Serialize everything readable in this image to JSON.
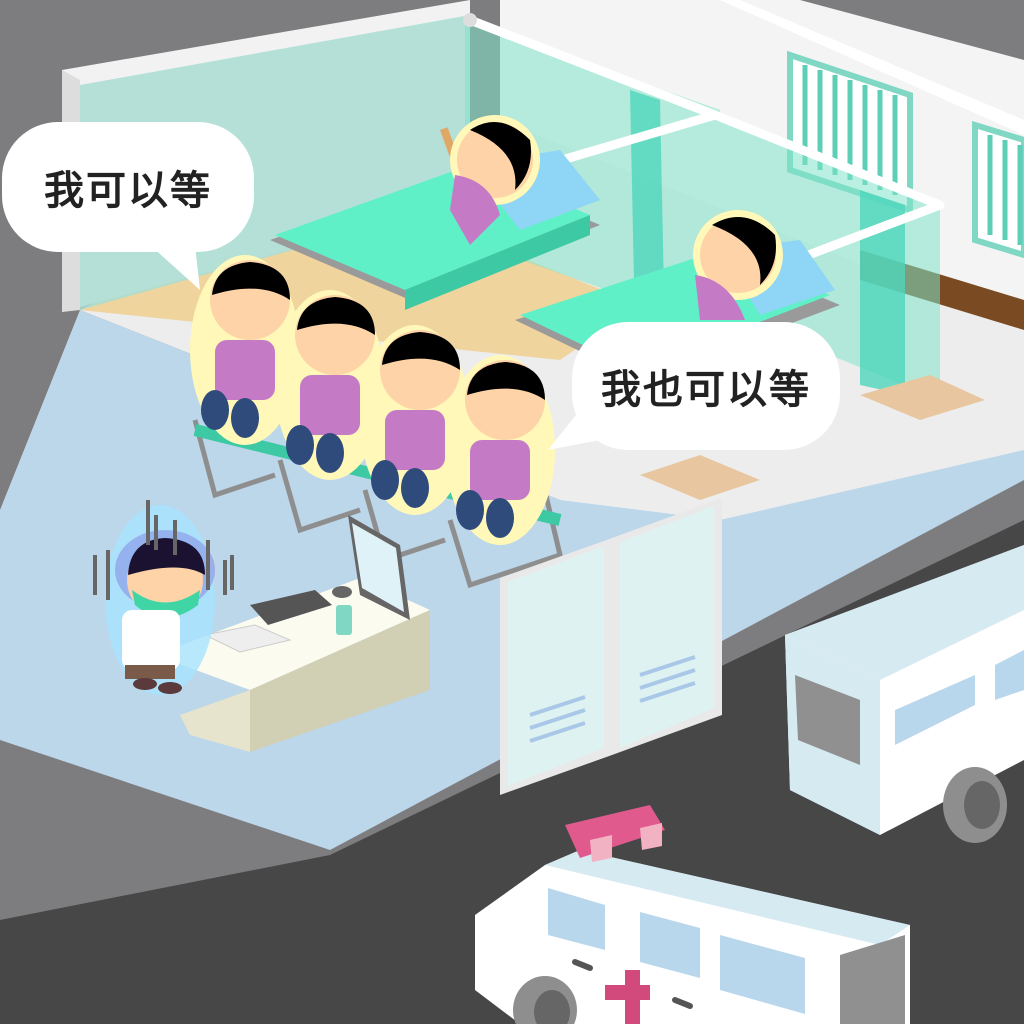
{
  "scene": {
    "description": "Isometric hospital illustration: patients in beds, four patients waiting on chairs, an exhausted masked doctor at a desk, ambulance and bus outside",
    "colors": {
      "road": "#4a4a4a",
      "outer_ground": "#7d7d7f",
      "waiting_floor": "#b9d5e8",
      "ward_floor": "#efefef",
      "curtain": "#7fe3c8",
      "blanket": "#5ff0c8",
      "patient_shirt": "#c57ac6",
      "skin": "#fdd3a7",
      "glow": "#fff8b8",
      "doctor_glow": "#a8e4ff",
      "mask": "#3fd5a4",
      "ambulance_light": "#e05a8d",
      "cross": "#d14a7b"
    }
  },
  "bubbles": [
    {
      "text": "我可以等"
    },
    {
      "text": "我也可以等"
    }
  ],
  "characters": {
    "bed_patients": 2,
    "waiting_patients": 4,
    "doctor": "tired doctor with face mask holding head"
  },
  "vehicles": [
    "bus",
    "ambulance"
  ]
}
